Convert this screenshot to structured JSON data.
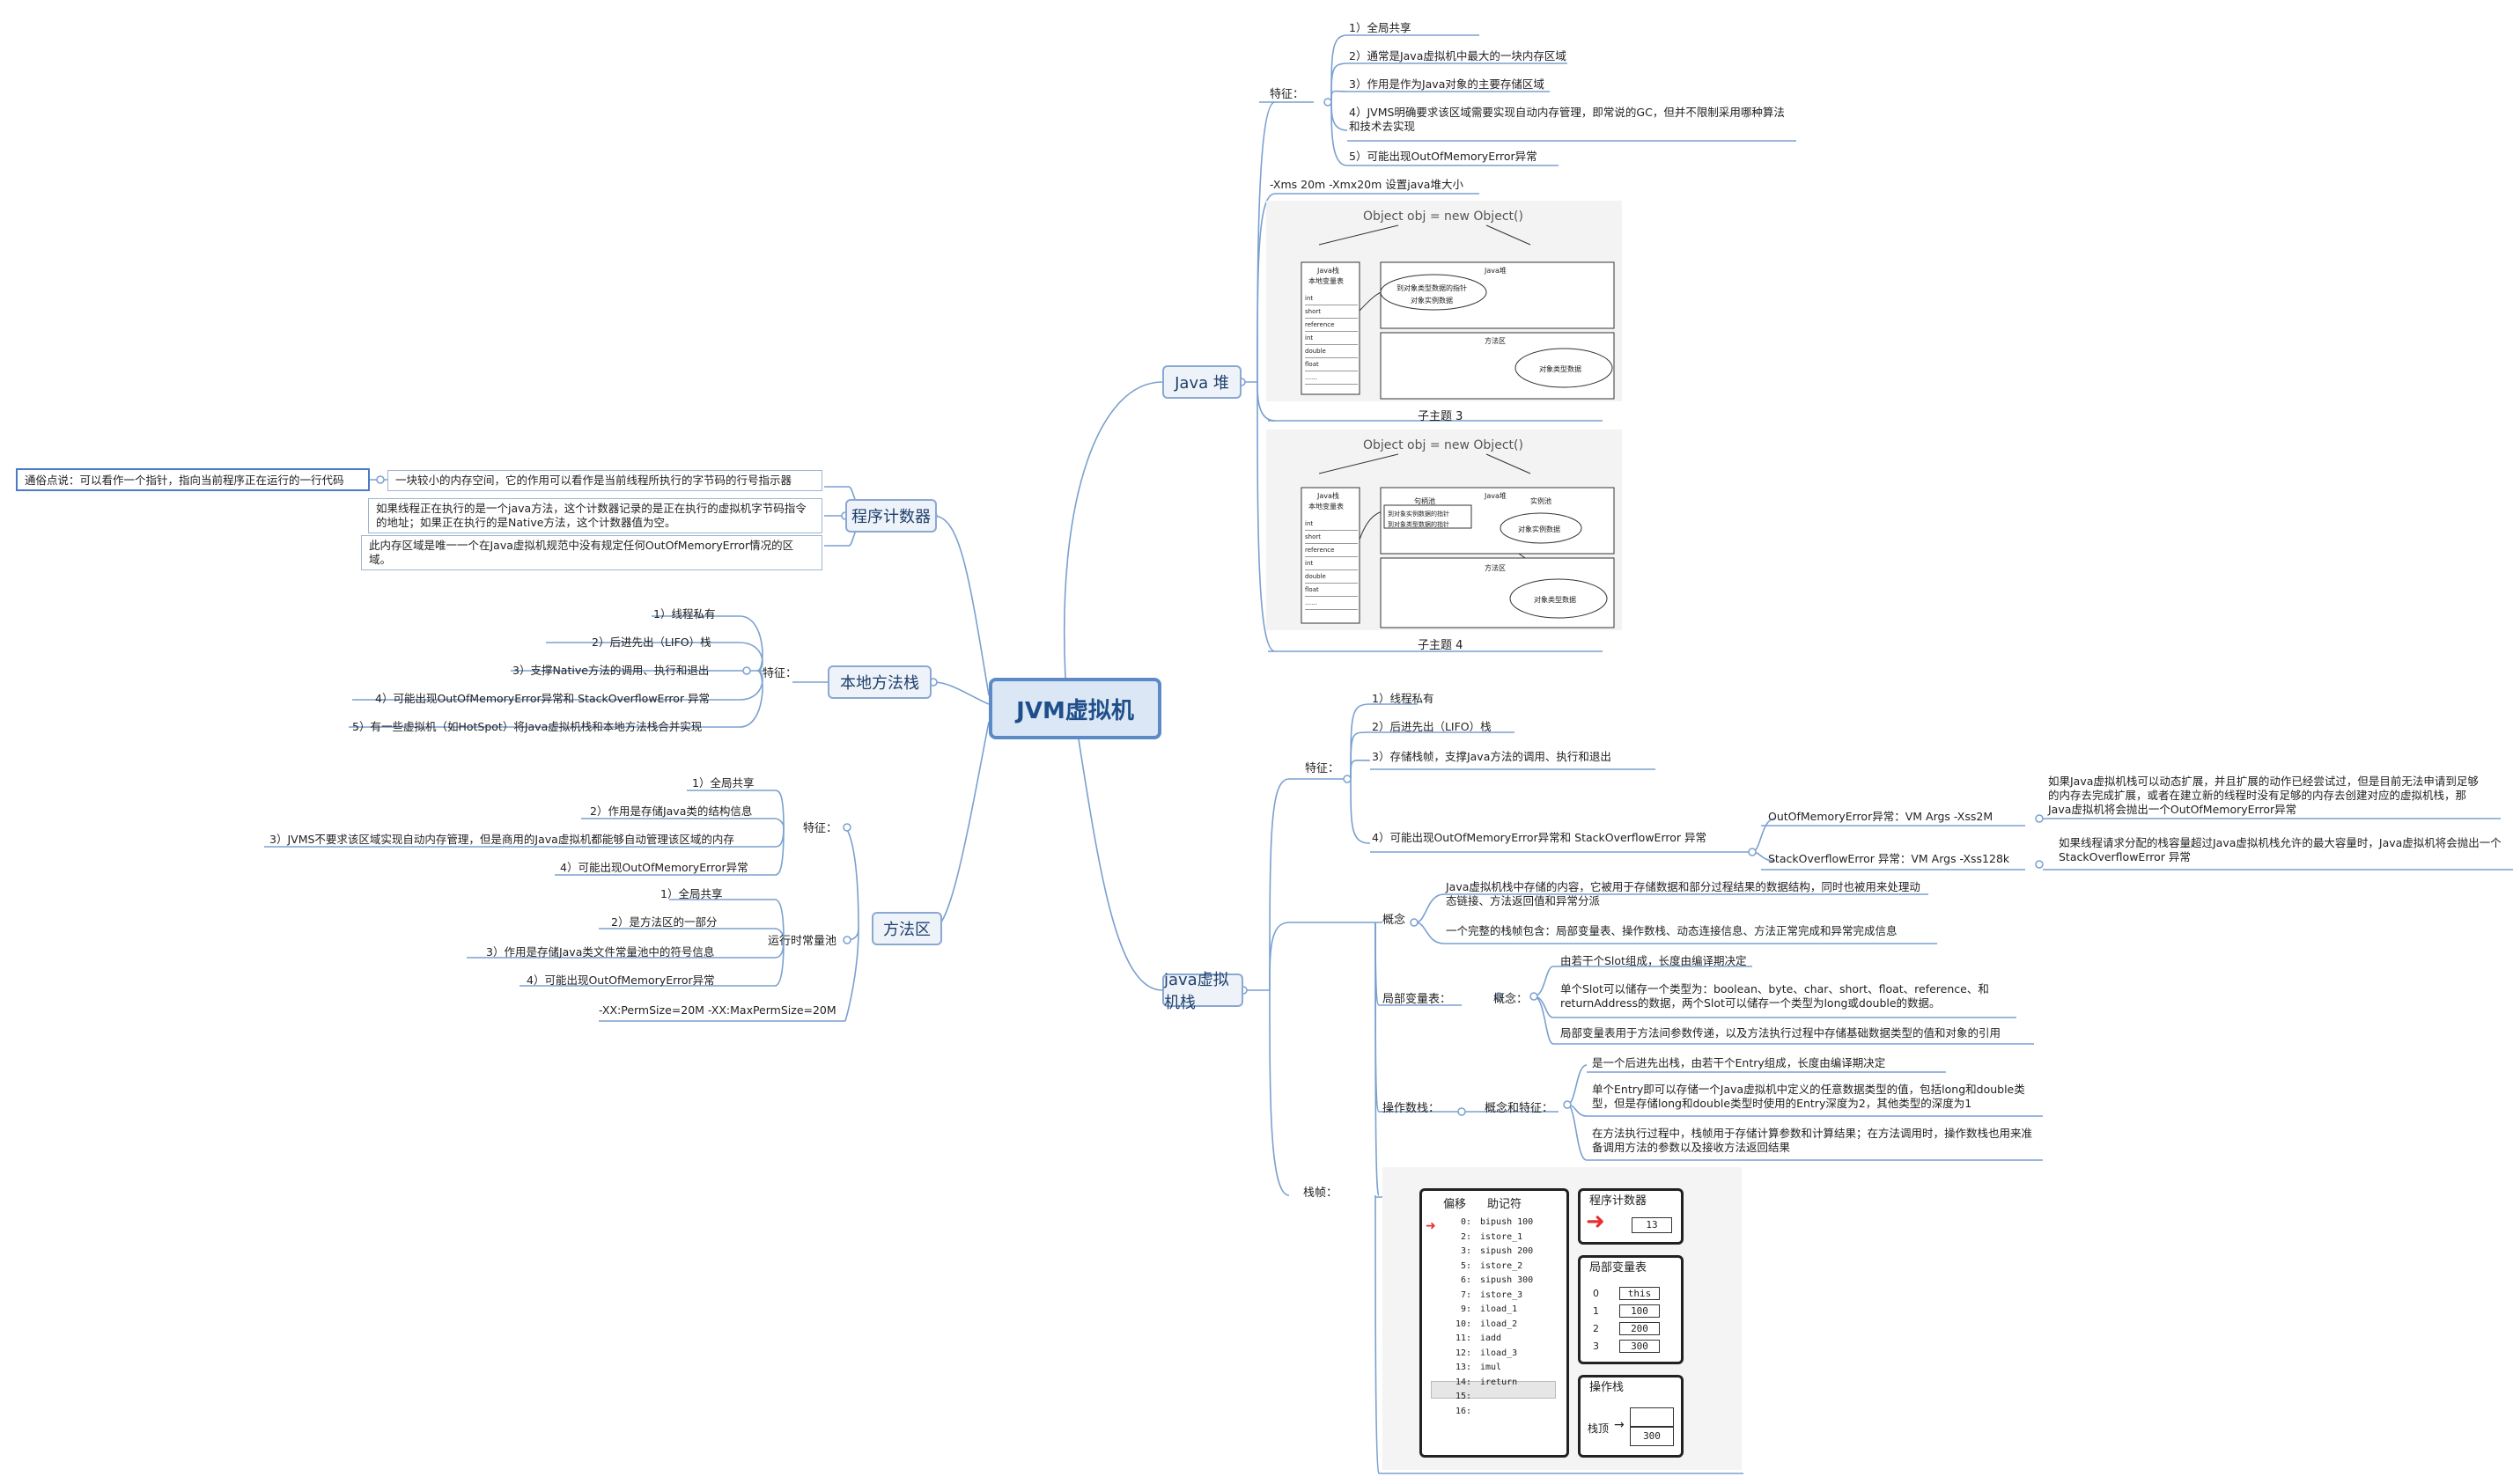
{
  "root": "JVM虚拟机",
  "heap": {
    "title": "Java 堆",
    "feature_label": "特征：",
    "features": [
      "1）全局共享",
      "2）通常是Java虚拟机中最大的一块内存区域",
      "3）作用是作为Java对象的主要存储区域",
      "4）JVMS明确要求该区域需要实现自动内存管理，即常说的GC，但并不限制采用哪种算法和技术去实现",
      "5）可能出现OutOfMemoryError异常"
    ],
    "xms": "-Xms 20m -Xmx20m    设置java堆大小",
    "fig1": {
      "title": "Object obj = new Object()",
      "caption": "子主题 3",
      "stack": "Java栈",
      "vars": "本地变量表",
      "heap": "Java堆",
      "method": "方法区",
      "ptr": "到对象类型数据的指针",
      "inst": "对象实例数据",
      "type": "对象类型数据",
      "rows": [
        "int",
        "short",
        "reference",
        "int",
        "double",
        "float",
        "……"
      ]
    },
    "fig2": {
      "title": "Object obj = new Object()",
      "caption": "子主题 4",
      "stack": "Java栈",
      "vars": "本地变量表",
      "heap": "Java堆",
      "method": "方法区",
      "handle": "句柄池",
      "pool": "实例池",
      "ptr1": "到对象实例数据的指针",
      "ptr2": "到对象类型数据的指针",
      "inst": "对象实例数据",
      "type": "对象类型数据",
      "rows": [
        "int",
        "short",
        "reference",
        "int",
        "double",
        "float",
        "……"
      ]
    }
  },
  "pc": {
    "title": "程序计数器",
    "note": "通俗点说：可以看作一个指针，指向当前程序正在运行的一行代码",
    "items": [
      "一块较小的内存空间，它的作用可以看作是当前线程所执行的字节码的行号指示器",
      "如果线程正在执行的是一个java方法，这个计数器记录的是正在执行的虚拟机字节码指令的地址；如果正在执行的是Native方法，这个计数器值为空。",
      "此内存区域是唯一一个在Java虚拟机规范中没有规定任何OutOfMemoryError情况的区域。"
    ]
  },
  "native": {
    "title": "本地方法栈",
    "feature_label": "特征：",
    "features": [
      "1）线程私有",
      "2）后进先出（LIFO）栈",
      "3）支撑Native方法的调用、执行和退出",
      "4）可能出现OutOfMemoryError异常和 StackOverflowError 异常",
      "5）有一些虚拟机（如HotSpot）将Java虚拟机栈和本地方法栈合并实现"
    ]
  },
  "method": {
    "title": "方法区",
    "feature_label": "特征：",
    "features": [
      "1）全局共享",
      "2）作用是存储Java类的结构信息",
      "3）JVMS不要求该区域实现自动内存管理，但是商用的Java虚拟机都能够自动管理该区域的内存",
      "4）可能出现OutOfMemoryError异常"
    ],
    "pool_label": "运行时常量池",
    "pool": [
      "1）全局共享",
      "2）是方法区的一部分",
      "3）作用是存储Java类文件常量池中的符号信息",
      "4）可能出现OutOfMemoryError异常"
    ],
    "perm": "-XX:PermSize=20M -XX:MaxPermSize=20M"
  },
  "vmstack": {
    "title": "java虚拟机栈",
    "feature_label": "特征：",
    "features": [
      "1）线程私有",
      "2）后进先出（LIFO）栈",
      "3）存储栈帧，支撑Java方法的调用、执行和退出",
      "4）可能出现OutOfMemoryError异常和 StackOverflowError 异常"
    ],
    "oom": "OutOfMemoryError异常：VM Args  -Xss2M",
    "oom_desc": "如果Java虚拟机栈可以动态扩展，并且扩展的动作已经尝试过，但是目前无法申请到足够的内存去完成扩展，或者在建立新的线程时没有足够的内存去创建对应的虚拟机栈，那Java虚拟机将会抛出一个OutOfMemoryError异常",
    "soe": "StackOverflowError 异常：VM Args  -Xss128k",
    "soe_desc": "如果线程请求分配的栈容量超过Java虚拟机栈允许的最大容量时，Java虚拟机将会抛出一个StackOverflowError 异常",
    "concept_label": "概念",
    "concepts": [
      "Java虚拟机栈中存储的内容，它被用于存储数据和部分过程结果的数据结构，同时也被用来处理动态链接、方法返回值和异常分派",
      "一个完整的栈帧包含：局部变量表、操作数栈、动态连接信息、方法正常完成和异常完成信息"
    ],
    "frame_label": "栈帧：",
    "local_label": "局部变量表：",
    "local_concept": "概念：",
    "locals": [
      "由若干个Slot组成，长度由编译期决定",
      "单个Slot可以储存一个类型为：boolean、byte、char、short、float、reference、和returnAddress的数据，两个Slot可以储存一个类型为long或double的数据。",
      "局部变量表用于方法间参数传递，以及方法执行过程中存储基础数据类型的值和对象的引用"
    ],
    "opstack_label": "操作数栈：",
    "op_concept": "概念和特征：",
    "ops": [
      "是一个后进先出栈，由若干个Entry组成，长度由编译期决定",
      "单个Entry即可以存储一个Java虚拟机中定义的任意数据类型的值，包括long和double类型，但是存储long和double类型时使用的Entry深度为2，其他类型的深度为1",
      "在方法执行过程中，栈帧用于存储计算参数和计算结果；在方法调用时，操作数栈也用来准备调用方法的参数以及接收方法返回结果"
    ],
    "fig": {
      "col1": "偏移",
      "col2": "助记符",
      "offsets": [
        "0:",
        "2:",
        "3:",
        "5:",
        "6:",
        "7:",
        "9:",
        "10:",
        "11:",
        "12:",
        "13:",
        "14:",
        "15:",
        "16:"
      ],
      "ops": [
        "bipush   100",
        "istore_1",
        "sipush   200",
        "istore_2",
        "sipush   300",
        "istore_3",
        "iload_1",
        "iload_2",
        "iadd",
        "iload_3",
        "imul",
        "ireturn"
      ],
      "pc_title": "程序计数器",
      "pc_value": "13",
      "lv_title": "局部变量表",
      "lv_idx": [
        "0",
        "1",
        "2",
        "3"
      ],
      "lv_val": [
        "this",
        "100",
        "200",
        "300"
      ],
      "os_title": "操作栈",
      "os_top": "栈顶",
      "os_val": "300"
    }
  }
}
